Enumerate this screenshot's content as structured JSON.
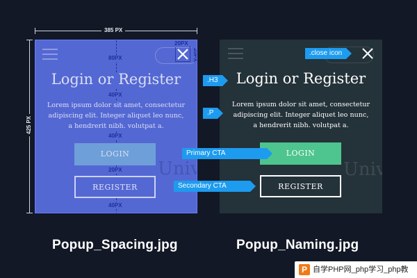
{
  "dimensions": {
    "width_label": "385 PX",
    "height_label": "425 PX",
    "close_spacing_top": "20PX",
    "close_spacing_right": "20PX",
    "spacing_top": "80PX",
    "spacing_title": "40PX",
    "spacing_paragraph": "40PX",
    "spacing_buttons": "20PX",
    "spacing_bottom": "40PX"
  },
  "popup": {
    "title": "Login or Register",
    "paragraph": "Lorem ipsum dolor sit amet, consectetur adipiscing elit. Integer aliquet leo nunc, a hendrerit nibh. volutpat a.",
    "login_label": "LOGIN",
    "register_label": "REGISTER",
    "background_word": "Univ"
  },
  "naming": {
    "close_icon": ".close icon",
    "h3": ".H3",
    "p": ".P",
    "primary_cta": "Primary CTA",
    "secondary_cta": "Secondary CTA"
  },
  "captions": {
    "left": "Popup_Spacing.jpg",
    "right": "Popup_Naming.jpg"
  },
  "watermark": {
    "logo_letter": "P",
    "text": "自学PHP网_php学习_php教"
  },
  "colors": {
    "page_bg": "#131826",
    "spacing_panel": "#5468d3",
    "naming_panel": "#243239",
    "primary_cta": "#4ec58e",
    "tag_blue": "#1d9bef",
    "watermark_logo": "#f07a16"
  },
  "icons": [
    "close-icon",
    "menu-icon"
  ]
}
